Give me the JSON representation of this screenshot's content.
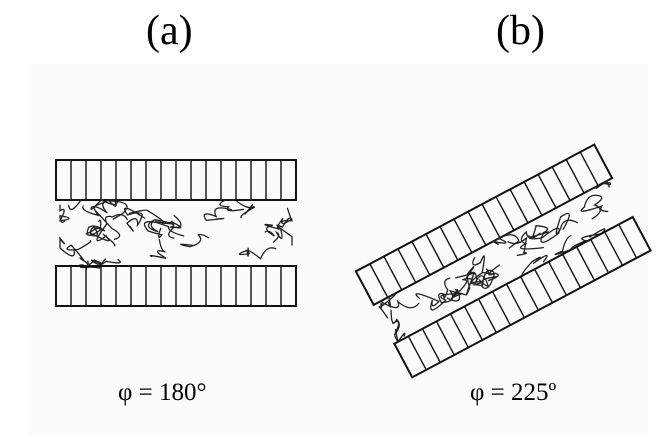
{
  "figure": {
    "panel_a": {
      "label": "(a)",
      "angle_caption": "φ = 180°"
    },
    "panel_b": {
      "label": "(b)",
      "angle_caption": "φ = 225º"
    }
  }
}
